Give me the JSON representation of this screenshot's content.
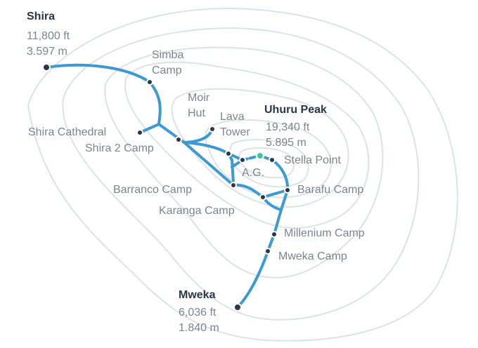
{
  "colors": {
    "route": "#3b9ad4",
    "dot": "#2b3646",
    "summit": "#3ec8a0",
    "contour": "#dde2e7",
    "label": "#7b8591",
    "title": "#2b3646"
  },
  "endpoints": {
    "shira": {
      "name": "Shira",
      "feet": "11,800 ft",
      "meters": "3.597 m"
    },
    "uhuru": {
      "name": "Uhuru Peak",
      "feet": "19,340 ft",
      "meters": "5.895 m"
    },
    "mweka": {
      "name": "Mweka",
      "feet": "6,036 ft",
      "meters": "1.840 m"
    }
  },
  "camps": {
    "simba_1": "Simba",
    "simba_2": "Camp",
    "moir_1": "Moir",
    "moir_2": "Hut",
    "lava_1": "Lava",
    "lava_2": "Tower",
    "shira_cathedral": "Shira Cathedral",
    "shira2": "Shira 2 Camp",
    "ag": "A.G.",
    "stella": "Stella Point",
    "barranco": "Barranco Camp",
    "barafu": "Barafu Camp",
    "karanga": "Karanga Camp",
    "millenium": "Millenium Camp",
    "mweka_camp": "Mweka Camp"
  }
}
